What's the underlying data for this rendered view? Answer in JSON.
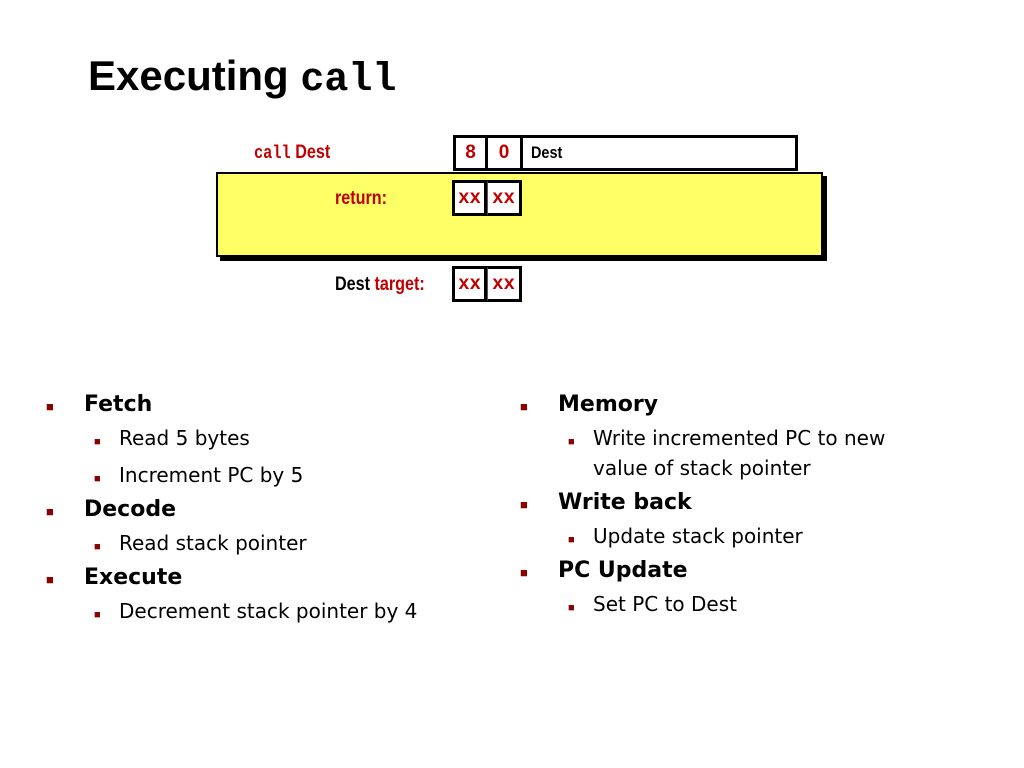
{
  "title": {
    "prefix": "Executing",
    "code": "call"
  },
  "diagram": {
    "call_label": {
      "code": "call",
      "text": "Dest"
    },
    "instr_bytes": [
      "8",
      "0"
    ],
    "instr_dest": "Dest",
    "return_label": "return:",
    "return_bytes": [
      "xx",
      "xx"
    ],
    "target_label": {
      "prefix": "Dest",
      "suffix": "target:"
    },
    "target_bytes": [
      "xx",
      "xx"
    ],
    "colors": {
      "highlight": "#ffff66",
      "accent": "#c00000"
    }
  },
  "left_column": [
    {
      "heading": "Fetch",
      "items": [
        "Read 5 bytes",
        "Increment PC by 5"
      ]
    },
    {
      "heading": "Decode",
      "items": [
        "Read stack pointer"
      ]
    },
    {
      "heading": "Execute",
      "items": [
        "Decrement stack pointer by 4"
      ]
    }
  ],
  "right_column": [
    {
      "heading": "Memory",
      "items": [
        "Write incremented PC to new value of stack pointer"
      ]
    },
    {
      "heading": "Write back",
      "items": [
        "Update stack pointer"
      ]
    },
    {
      "heading": "PC Update",
      "items": [
        "Set PC to Dest"
      ]
    }
  ],
  "bullet_glyphs": {
    "level1": "■",
    "level2": "■"
  }
}
